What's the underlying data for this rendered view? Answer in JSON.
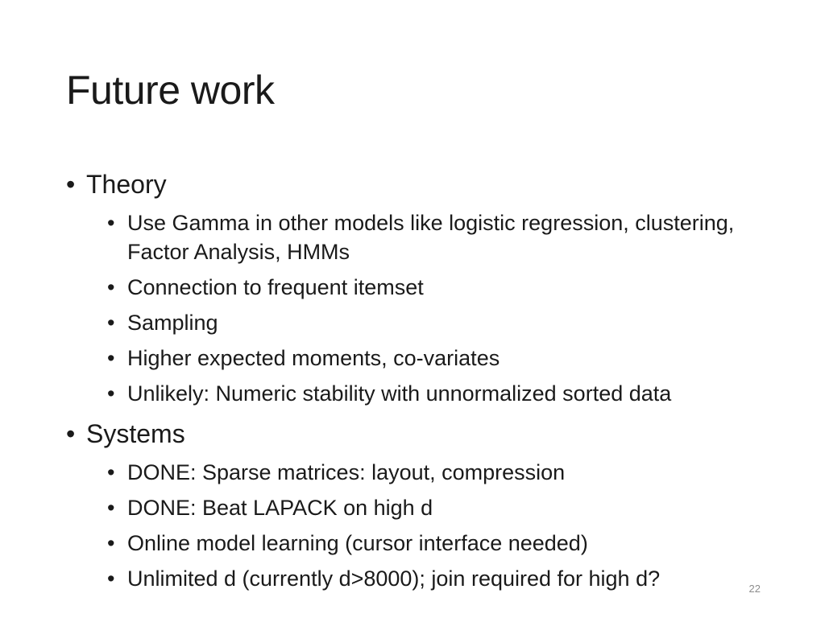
{
  "slide": {
    "title": "Future work",
    "page_number": "22",
    "sections": [
      {
        "heading": "Theory",
        "items": [
          "Use Gamma in other models like logistic regression, clustering, Factor Analysis, HMMs",
          "Connection to frequent itemset",
          "Sampling",
          "Higher expected moments, co-variates",
          "Unlikely: Numeric stability with unnormalized sorted data"
        ]
      },
      {
        "heading": "Systems",
        "items": [
          "DONE: Sparse matrices: layout, compression",
          "DONE: Beat LAPACK on high d",
          "Online model learning (cursor interface needed)",
          "Unlimited d (currently d>8000); join required for high d?"
        ]
      }
    ]
  }
}
